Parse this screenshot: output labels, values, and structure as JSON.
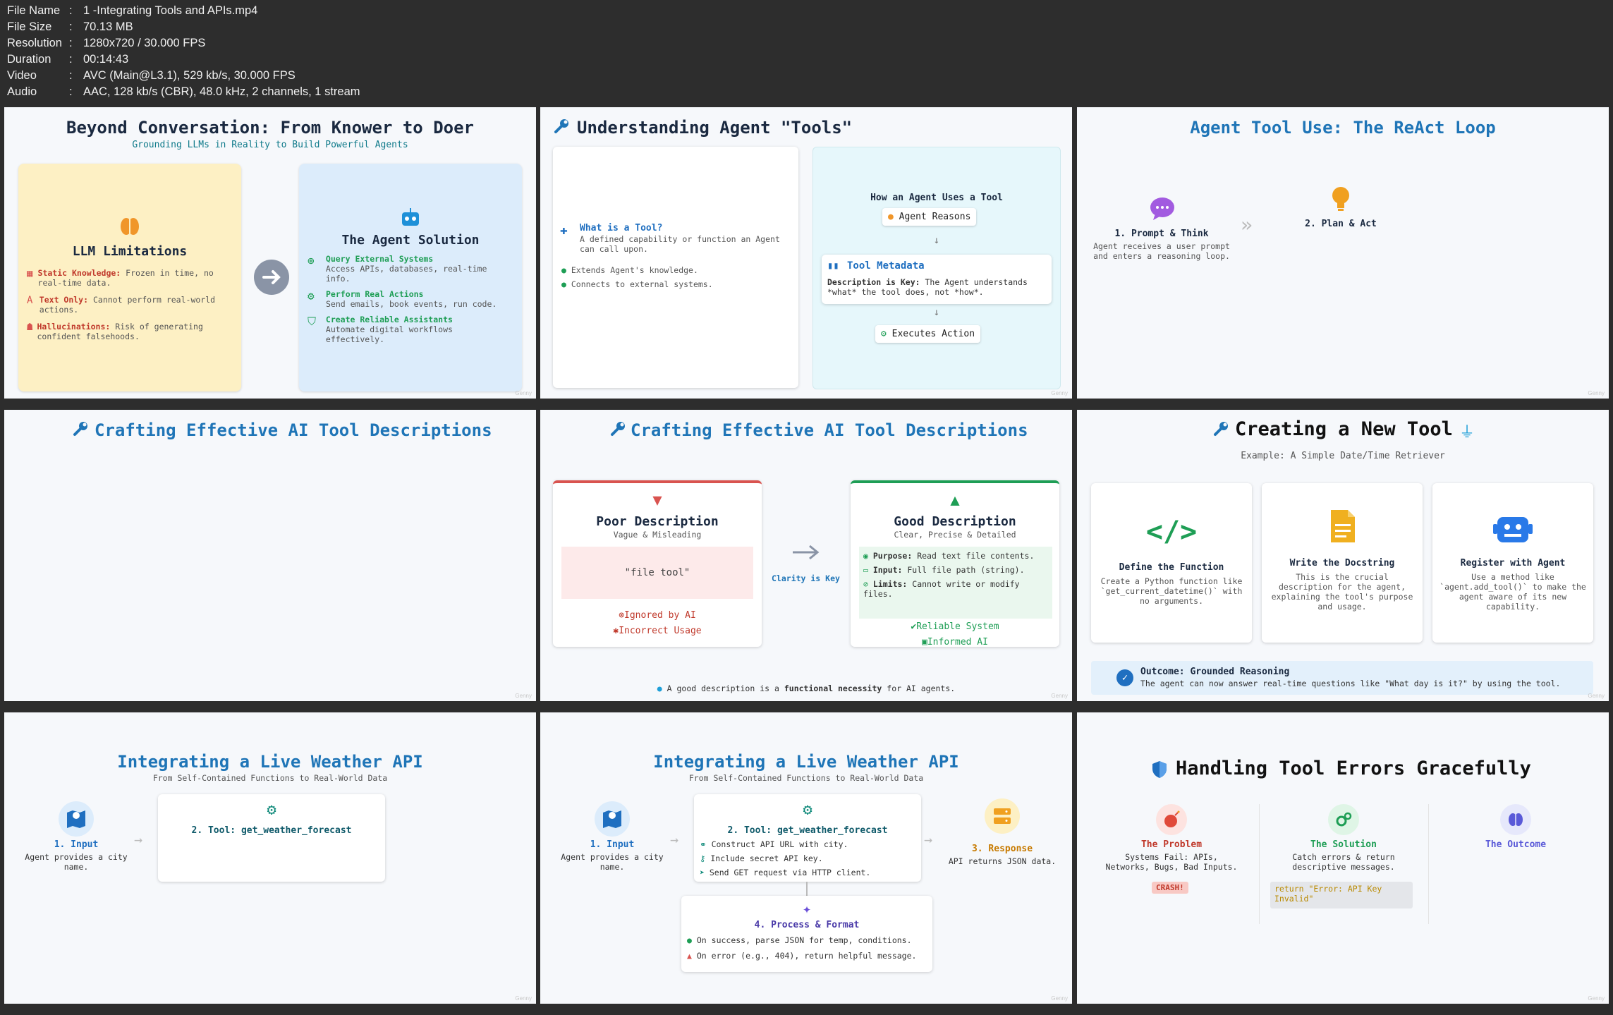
{
  "info": [
    {
      "key": "File Name",
      "value": "1 -Integrating Tools and APIs.mp4"
    },
    {
      "key": "File Size",
      "value": "70.13 MB"
    },
    {
      "key": "Resolution",
      "value": "1280x720 / 30.000 FPS"
    },
    {
      "key": "Duration",
      "value": "00:14:43"
    },
    {
      "key": "Video",
      "value": "AVC (Main@L3.1), 529 kb/s, 30.000 FPS"
    },
    {
      "key": "Audio",
      "value": "AAC, 128 kb/s (CBR), 48.0 kHz, 2 channels, 1 stream"
    }
  ],
  "p1": {
    "title": "Beyond Conversation: From Knower to Doer",
    "subtitle": "Grounding LLMs in Reality to Build Powerful Agents",
    "left_title": "LLM Limitations",
    "left_items": [
      {
        "label": "Static Knowledge:",
        "text": "Frozen in time, no real-time data."
      },
      {
        "label": "Text Only:",
        "text": "Cannot perform real-world actions."
      },
      {
        "label": "Hallucinations:",
        "text": "Risk of generating confident falsehoods."
      }
    ],
    "right_title": "The Agent Solution",
    "right_items": [
      {
        "label": "Query External Systems",
        "text": "Access APIs, databases, real-time info."
      },
      {
        "label": "Perform Real Actions",
        "text": "Send emails, book events, run code."
      },
      {
        "label": "Create Reliable Assistants",
        "text": "Automate digital workflows effectively."
      }
    ]
  },
  "p2": {
    "title": "Understanding Agent \"Tools\"",
    "what_title": "What is a Tool?",
    "what_text": "A defined capability or function an Agent can call upon.",
    "bullets": [
      "Extends Agent's knowledge.",
      "Connects to external systems."
    ],
    "how_title": "How an Agent Uses a Tool",
    "step1": "Agent Reasons",
    "meta_title": "Tool Metadata",
    "meta_label": "Description is Key:",
    "meta_text": "The Agent understands *what* the tool does, not *how*.",
    "step3": "Executes Action",
    "arrow": "↓"
  },
  "p3": {
    "title": "Agent Tool Use: The ReAct Loop",
    "s1_title": "1. Prompt & Think",
    "s1_text": "Agent receives a user prompt and enters a reasoning loop.",
    "s2_title": "2. Plan & Act",
    "chev": "»"
  },
  "p4": {
    "title": "Crafting Effective AI Tool Descriptions"
  },
  "p5": {
    "title": "Crafting Effective AI Tool Descriptions",
    "poor_title": "Poor Description",
    "poor_sub": "Vague & Misleading",
    "poor_example": "\"file tool\"",
    "poor_r1": "Ignored by AI",
    "poor_r2": "Incorrect Usage",
    "mid": "Clarity is Key",
    "good_title": "Good Description",
    "good_sub": "Clear, Precise & Detailed",
    "good_items": [
      {
        "label": "Purpose:",
        "text": "Read text file contents."
      },
      {
        "label": "Input:",
        "text": "Full file path (string)."
      },
      {
        "label": "Limits:",
        "text": "Cannot write or modify files."
      }
    ],
    "good_r1": "Reliable System",
    "good_r2": "Informed AI",
    "foot_a": "A good description is a",
    "foot_b": "functional necessity",
    "foot_c": "for AI agents."
  },
  "p6": {
    "title": "Creating a New Tool",
    "subtitle": "Example: A Simple Date/Time Retriever",
    "cards": [
      {
        "title": "Define the Function",
        "text": "Create a Python function like `get_current_datetime()` with no arguments."
      },
      {
        "title": "Write the Docstring",
        "text": "This is the crucial description for the agent, explaining the tool's purpose and usage."
      },
      {
        "title": "Register with Agent",
        "text": "Use a method like `agent.add_tool()` to make the agent aware of its new capability."
      }
    ],
    "out_title": "Outcome: Grounded Reasoning",
    "out_text": "The agent can now answer real-time questions like \"What day is it?\" by using the tool."
  },
  "p7": {
    "title": "Integrating a Live Weather API",
    "subtitle": "From Self-Contained Functions to Real-World Data",
    "in_title": "1. Input",
    "in_text": "Agent provides a city name.",
    "tool_title": "2. Tool: get_weather_forecast"
  },
  "p8": {
    "title": "Integrating a Live Weather API",
    "subtitle": "From Self-Contained Functions to Real-World Data",
    "in_title": "1. Input",
    "in_text": "Agent provides a city name.",
    "tool_title": "2. Tool: get_weather_forecast",
    "tool_items": [
      "Construct API URL with city.",
      "Include secret API key.",
      "Send GET request via HTTP client."
    ],
    "resp_title": "3. Response",
    "resp_text": "API returns JSON data.",
    "proc_title": "4. Process & Format",
    "proc_items": [
      "On success, parse JSON for temp, conditions.",
      "On error (e.g., 404), return helpful message."
    ]
  },
  "p9": {
    "title": "Handling Tool Errors Gracefully",
    "c1_title": "The Problem",
    "c1_text": "Systems Fail: APIs, Networks, Bugs, Bad Inputs.",
    "c1_badge": "CRASH!",
    "c2_title": "The Solution",
    "c2_text": "Catch errors & return descriptive messages.",
    "c2_code": "return \"Error: API Key Invalid\"",
    "c3_title": "The Outcome"
  },
  "colors": {
    "blue": "#1f75b7",
    "teal": "#0f7a8a",
    "red": "#d9534f",
    "green": "#1e9e55",
    "orange": "#f0a020"
  }
}
